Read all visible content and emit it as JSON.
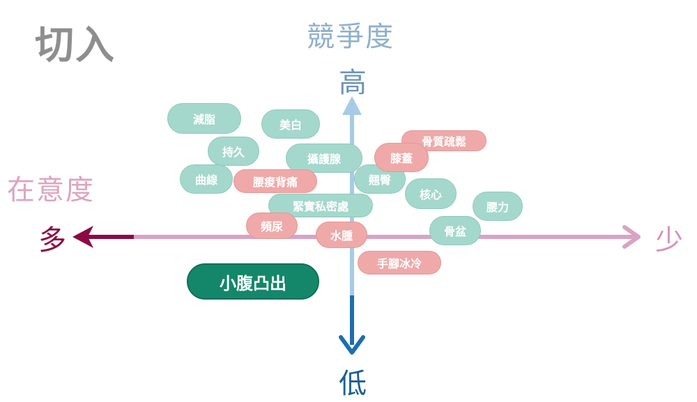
{
  "title": "切入",
  "y_axis": {
    "title": "競爭度",
    "high": "高",
    "low": "低"
  },
  "x_axis": {
    "title": "在意度",
    "more": "多",
    "less": "少"
  },
  "colors": {
    "green_pill": "#a4d8cc",
    "pink_pill": "#efa9a8",
    "highlight_pill": "#14876a",
    "y_axis_light": "#a7cbe6",
    "y_axis_dark": "#1b6fb0",
    "x_axis_light": "#d9a3c4",
    "x_axis_dark": "#8c0a43"
  },
  "items": {
    "jianzhi": "減脂",
    "meibai": "美白",
    "chijiu": "持久",
    "shehuxian": "攝護腺",
    "quxian": "曲線",
    "yaosuanbeitong": "腰痠背痛",
    "guzhishusong": "骨質疏鬆",
    "xigai": "膝蓋",
    "chitun": "翹臀",
    "hexin": "核心",
    "yaoli": "腰力",
    "jinshisimichu": "緊實私密處",
    "pinniao": "頻尿",
    "shuizhong": "水腫",
    "gupen": "骨盆",
    "shoujiaobingleng": "手腳冰冷",
    "xiaofutuchu": "小腹凸出"
  }
}
